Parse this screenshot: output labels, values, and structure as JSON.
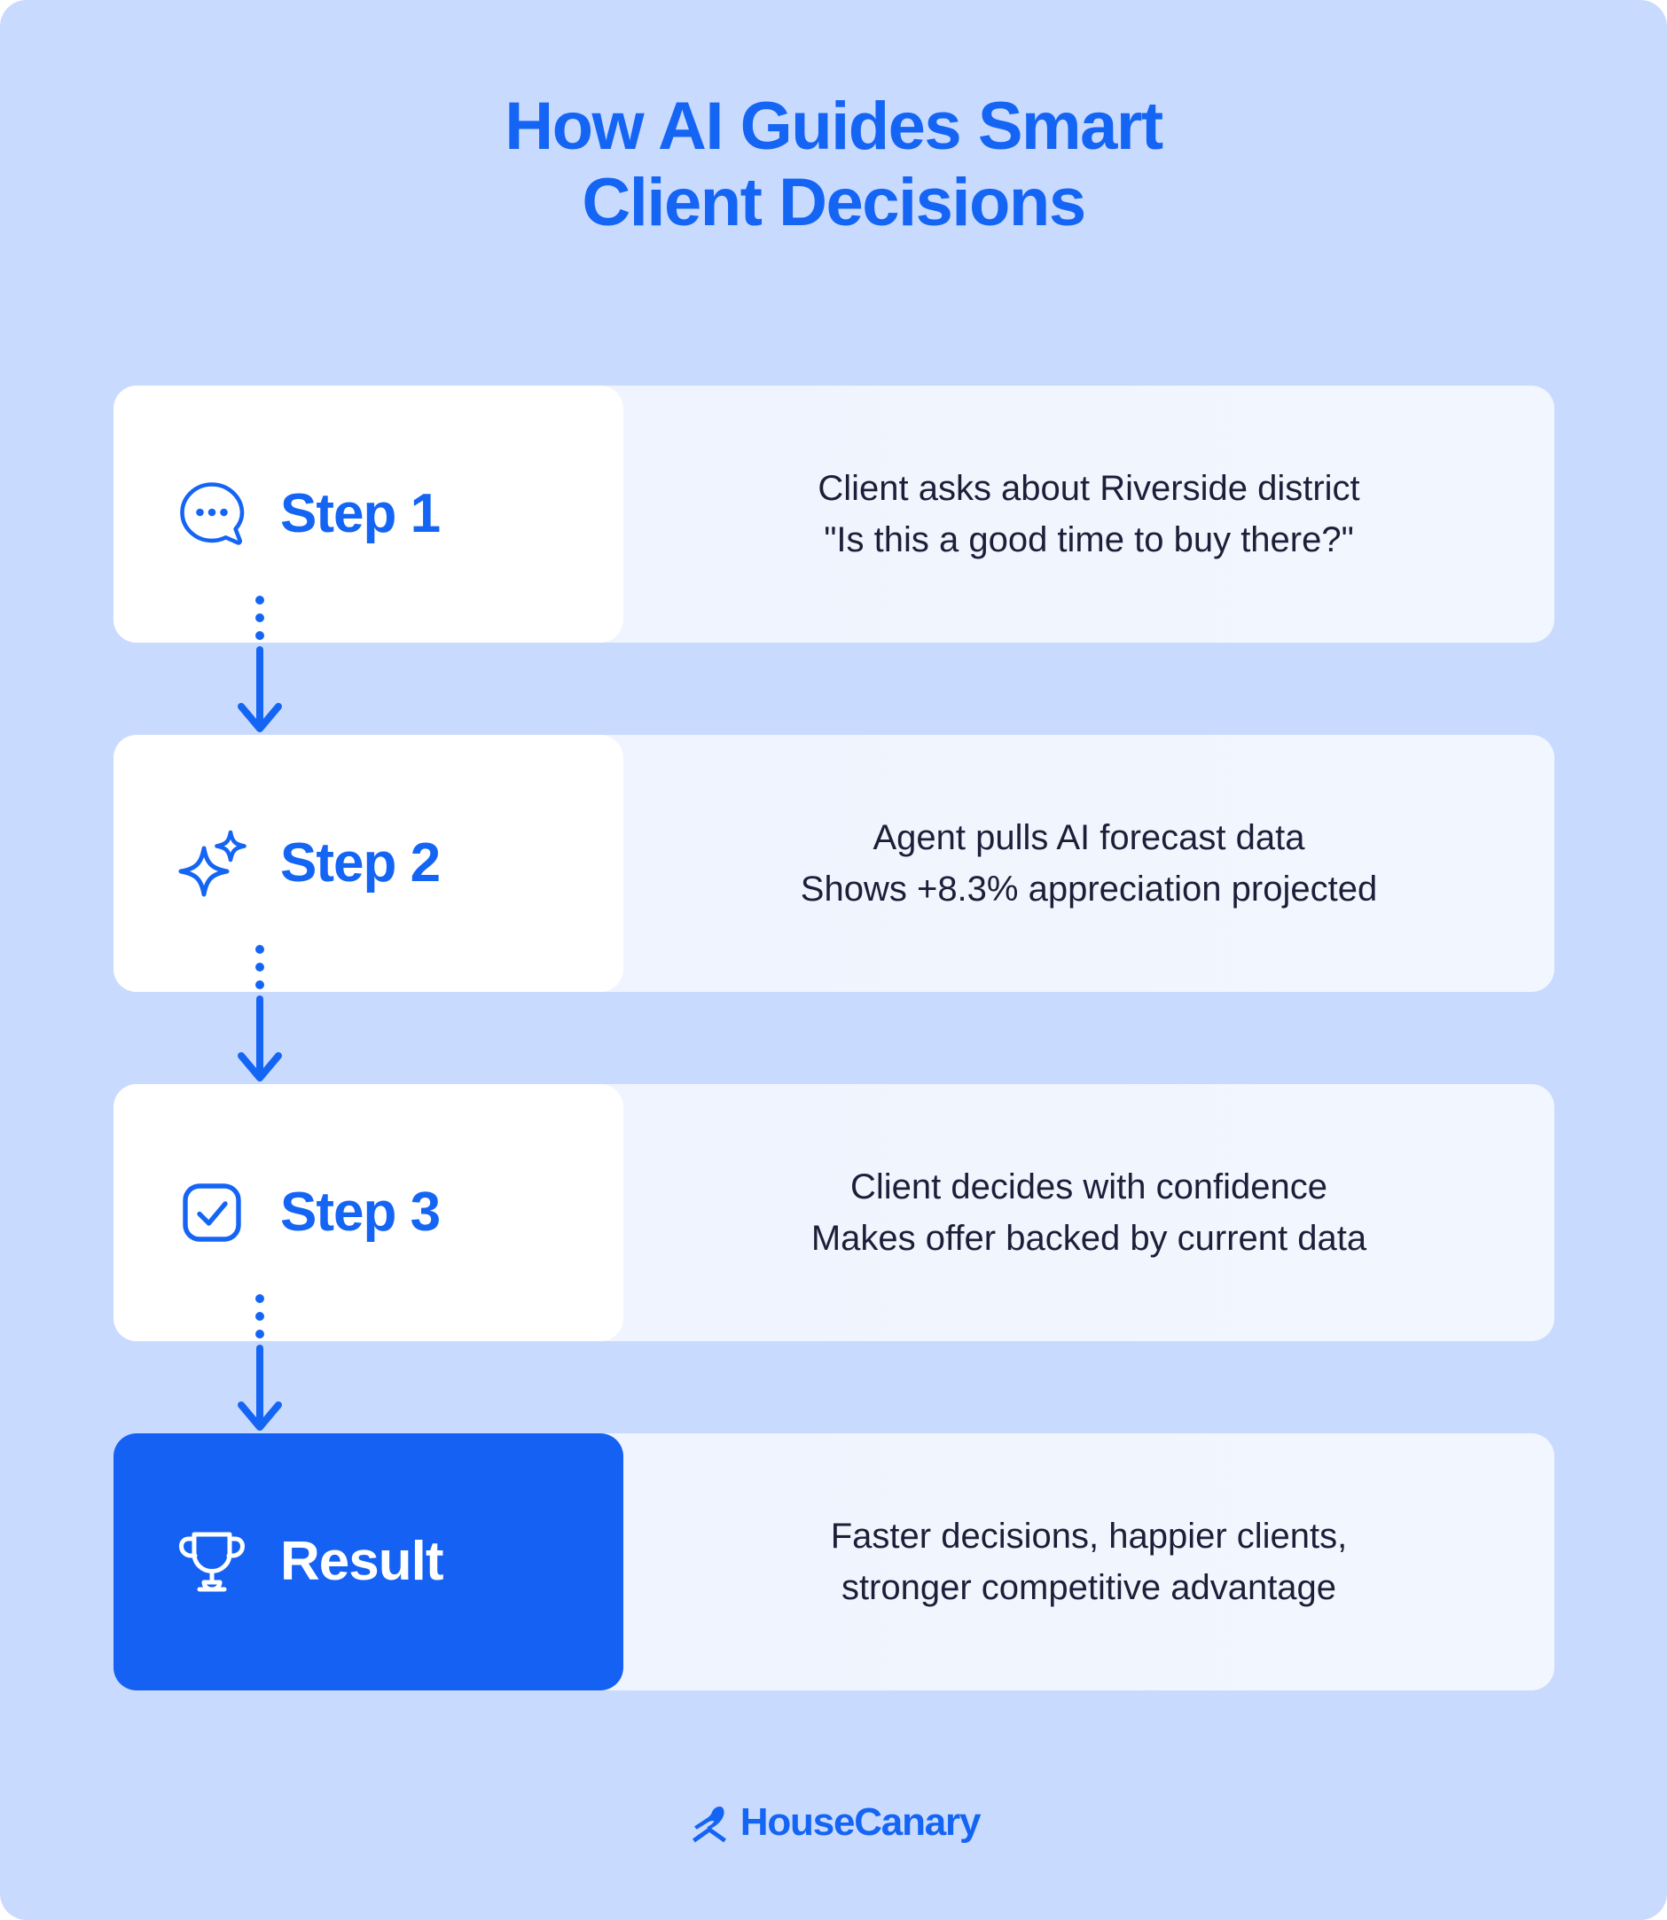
{
  "poster": {
    "background_color": "#c9daff",
    "accent_color": "#1565f5",
    "result_color": "#1461f4",
    "text_color": "#1b2039"
  },
  "title": {
    "line1": "How AI Guides Smart",
    "line2": "Client Decisions"
  },
  "steps": [
    {
      "label": "Step 1",
      "icon": "chat-bubble-dots-icon",
      "desc_line1": "Client asks about Riverside district",
      "desc_line2": "\"Is this a good time to buy there?\"",
      "variant": "default"
    },
    {
      "label": "Step 2",
      "icon": "sparkles-icon",
      "desc_line1": "Agent pulls AI forecast data",
      "desc_line2": "Shows +8.3% appreciation projected",
      "variant": "default"
    },
    {
      "label": "Step 3",
      "icon": "checkbox-check-icon",
      "desc_line1": "Client decides with confidence",
      "desc_line2": "Makes offer backed by current data",
      "variant": "default"
    },
    {
      "label": "Result",
      "icon": "trophy-icon",
      "desc_line1": "Faster decisions, happier clients,",
      "desc_line2": "stronger competitive advantage",
      "variant": "result"
    }
  ],
  "footer": {
    "logo_mark": "canary-bird-icon",
    "logo_text": "HouseCanary"
  }
}
